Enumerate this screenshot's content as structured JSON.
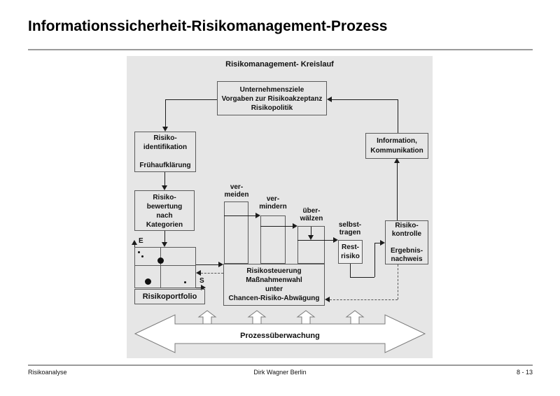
{
  "page": {
    "title": "Informationssicherheit-Risikomanagement-Prozess"
  },
  "footer": {
    "left": "Risikoanalyse",
    "center": "Dirk Wagner Berlin",
    "right": "8 - 13"
  },
  "diagram": {
    "header": "Risikomanagement- Kreislauf",
    "boxes": {
      "goals": {
        "lines": [
          "Unternehmensziele",
          "Vorgaben zur Risikoakzeptanz",
          "Risikopolitik"
        ]
      },
      "identification": {
        "lines": [
          "Risiko-",
          "identifikation",
          "",
          "Frühaufklärung"
        ]
      },
      "assessment": {
        "lines": [
          "Risiko-",
          "bewertung",
          "nach",
          "Kategorien"
        ]
      },
      "portfolio_label": "Risikoportfolio",
      "steering": {
        "lines": [
          "Risikosteuerung",
          "Maßnahmenwahl",
          "unter",
          "Chancen-Risiko-Abwägung"
        ]
      },
      "rest_risk": {
        "lines": [
          "Rest-",
          "risiko"
        ]
      },
      "control": {
        "lines": [
          "Risiko-",
          "kontrolle",
          "",
          "Ergebnis-",
          "nachweis"
        ]
      },
      "information": {
        "lines": [
          "Information,",
          "Kommunikation"
        ]
      }
    },
    "measures": {
      "avoid": {
        "lines": [
          "ver-",
          "meiden"
        ]
      },
      "reduce": {
        "lines": [
          "ver-",
          "mindern"
        ]
      },
      "transfer": {
        "lines": [
          "über-",
          "wälzen"
        ]
      },
      "accept": {
        "lines": [
          "selbst-",
          "tragen"
        ]
      }
    },
    "axes": {
      "vertical": "E",
      "horizontal": "S"
    },
    "process_bar_label": "Prozessüberwachung"
  },
  "colors": {
    "panel_bg": "#e6e6e6",
    "box_border": "#5a5a5a",
    "line": "#1c1c1c",
    "big_arrow_fill": "#ffffff",
    "big_arrow_stroke": "#7a7a7a"
  }
}
